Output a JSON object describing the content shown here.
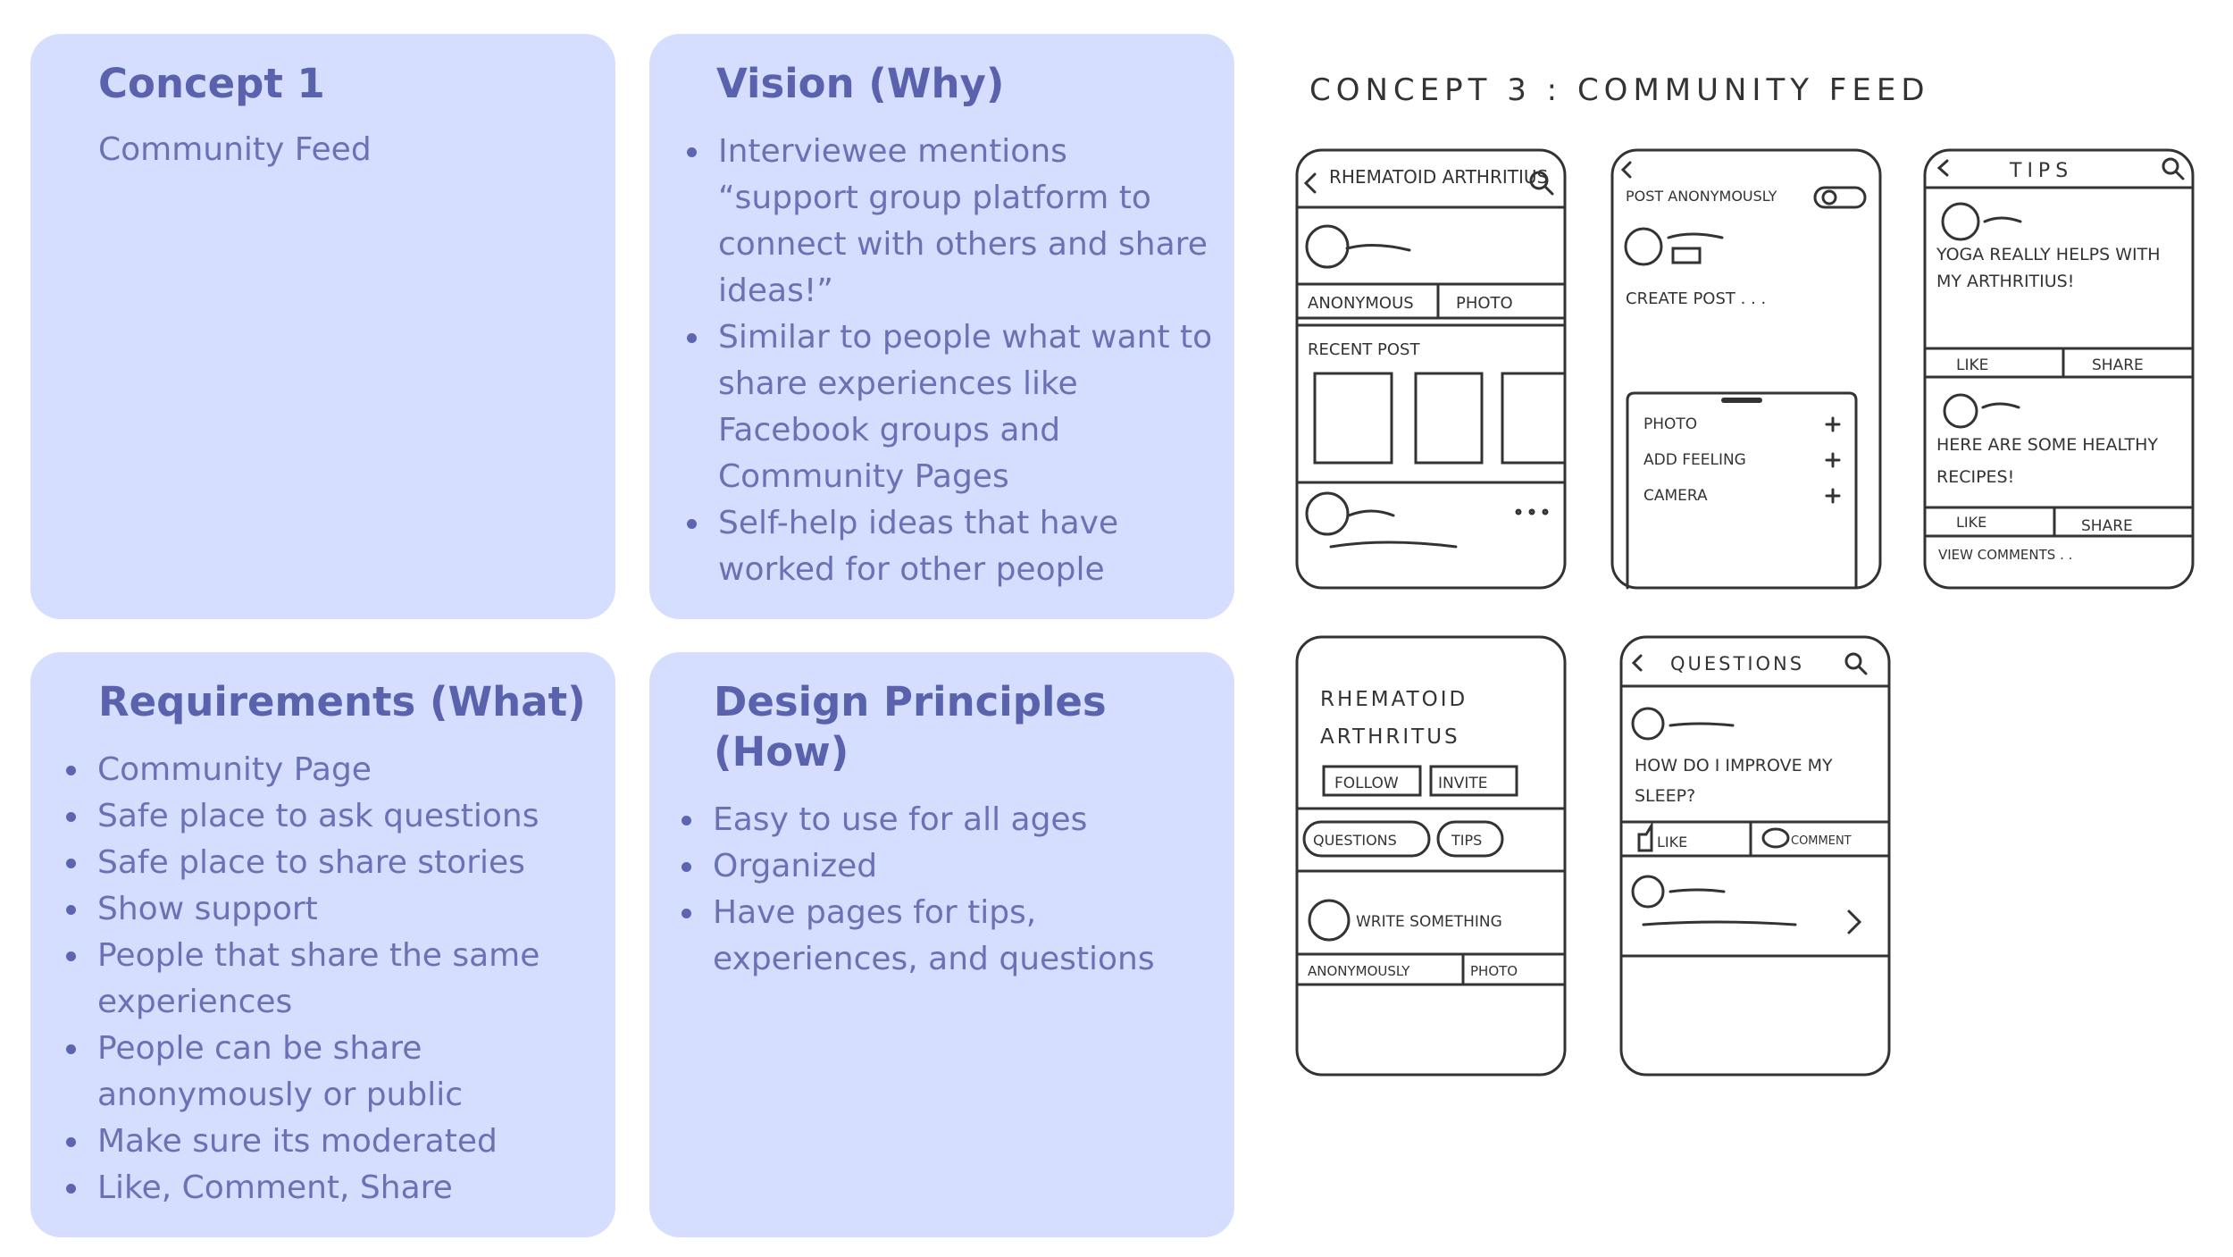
{
  "concept": {
    "title": "Concept 1",
    "subtitle": "Community Feed"
  },
  "vision": {
    "title": "Vision (Why)",
    "items": [
      "Interviewee mentions “support group platform to connect with others and share ideas!”",
      "Similar to people what want to share experiences like Facebook groups and Community Pages",
      "Self-help ideas that have worked for other people"
    ]
  },
  "requirements": {
    "title": "Requirements (What)",
    "items": [
      "Community Page",
      "Safe place to ask questions",
      "Safe place to share stories",
      "Show support",
      "People that share the same experiences",
      "People can be share anonymously or public",
      "Make sure its moderated",
      "Like, Comment, Share"
    ]
  },
  "principles": {
    "title": "Design Principles (How)",
    "items": [
      "Easy to use for all ages",
      "Organized",
      "Have pages for tips, experiences, and questions"
    ]
  },
  "sketch": {
    "heading": "CONCEPT 3 : COMMUNITY FEED",
    "phone1": {
      "title": "RHEMATOID ARTHRITIUS",
      "tab1": "ANONYMOUS",
      "tab2": "PHOTO",
      "section": "RECENT POST"
    },
    "phone2": {
      "toggle": "POST ANONYMOUSLY",
      "create": "CREATE POST . . .",
      "opt1": "PHOTO",
      "opt2": "ADD FEELING",
      "opt3": "CAMERA"
    },
    "phone3": {
      "title": "TIPS",
      "post1": "YOGA REALLY HELPS WITH MY ARTHRITIUS!",
      "like": "LIKE",
      "share": "SHARE",
      "post2": "HERE ARE SOME HEALTHY RECIPES!",
      "comments": "VIEW COMMENTS . ."
    },
    "phone4": {
      "title1": "RHEMATOID",
      "title2": "ARTHRITUS",
      "follow": "FOLLOW",
      "invite": "INVITE",
      "questions": "QUESTIONS",
      "tips": "TIPS",
      "write": "WRITE SOMETHING",
      "anon": "ANONYMOUSLY",
      "photo": "PHOTO"
    },
    "phone5": {
      "title": "QUESTIONS",
      "question": "HOW DO I IMPROVE MY SLEEP?",
      "like": "LIKE",
      "comment": "COMMENT"
    }
  }
}
